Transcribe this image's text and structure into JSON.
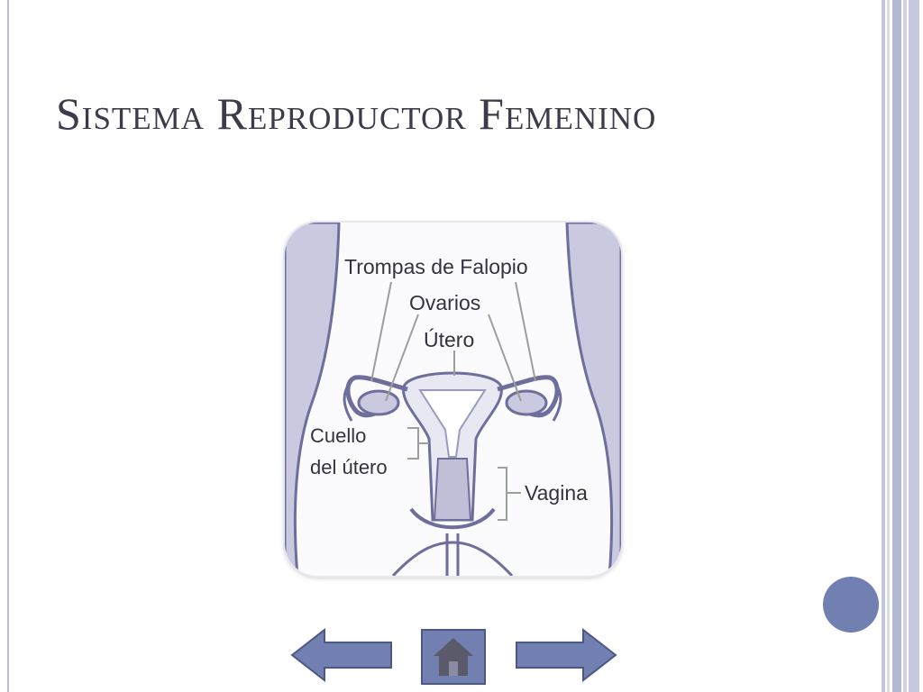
{
  "slide": {
    "title": "Sistema Reproductor Femenino"
  },
  "diagram": {
    "labels": {
      "fallopian": "Trompas de Falopio",
      "ovaries": "Ovarios",
      "uterus": "Útero",
      "cervix_line1": "Cuello",
      "cervix_line2": "del útero",
      "vagina": "Vagina"
    }
  },
  "navigation": {
    "back_icon": "left-arrow-icon",
    "home_icon": "home-icon",
    "forward_icon": "right-arrow-icon"
  },
  "colors": {
    "accent": "#7180b1",
    "title": "#3b3b4a",
    "diagram_fill": "#c9c9df",
    "diagram_stroke": "#6e6e9c"
  }
}
